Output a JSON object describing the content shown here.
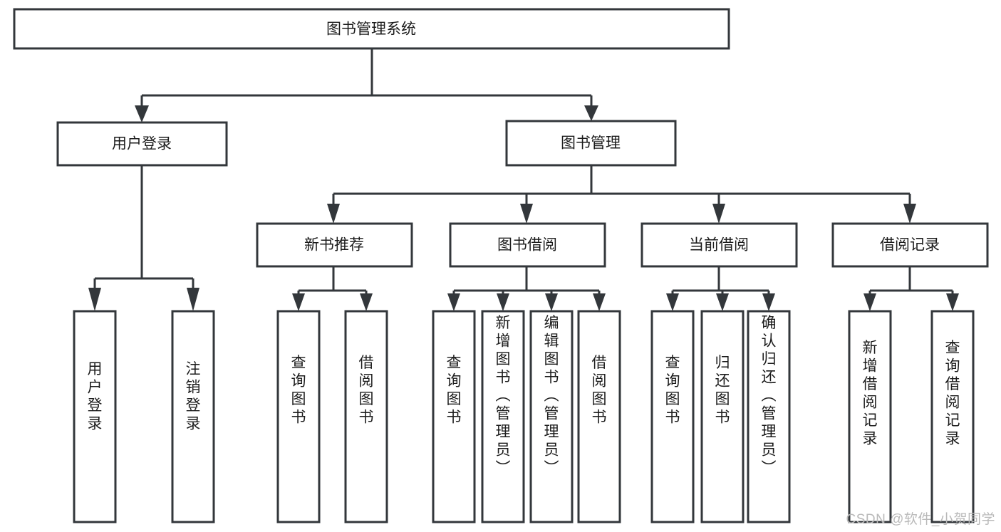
{
  "diagram": {
    "title": "图书管理系统",
    "type": "hierarchy-tree",
    "watermark": "CSDN @软件_小贺同学",
    "colors": {
      "stroke": "#33373b",
      "fill": "#ffffff",
      "text": "#1b1b1b",
      "watermark": "#b9b9b9"
    },
    "root": {
      "label": "图书管理系统"
    },
    "level2": [
      {
        "label": "用户登录"
      },
      {
        "label": "图书管理"
      }
    ],
    "level3": [
      {
        "label": "新书推荐"
      },
      {
        "label": "图书借阅"
      },
      {
        "label": "当前借阅"
      },
      {
        "label": "借阅记录"
      }
    ],
    "leaves": {
      "user_login": [
        {
          "label": "用户登录"
        },
        {
          "label": "注销登录"
        }
      ],
      "new_book_recommend": [
        {
          "label": "查询图书"
        },
        {
          "label": "借阅图书"
        }
      ],
      "book_borrow": [
        {
          "label": "查询图书"
        },
        {
          "label": "新增图书（管理员）"
        },
        {
          "label": "编辑图书（管理员）"
        },
        {
          "label": "借阅图书"
        }
      ],
      "current_borrow": [
        {
          "label": "查询图书"
        },
        {
          "label": "归还图书"
        },
        {
          "label": "确认归还（管理员）"
        }
      ],
      "borrow_record": [
        {
          "label": "新增借阅记录"
        },
        {
          "label": "查询借阅记录"
        }
      ]
    }
  }
}
